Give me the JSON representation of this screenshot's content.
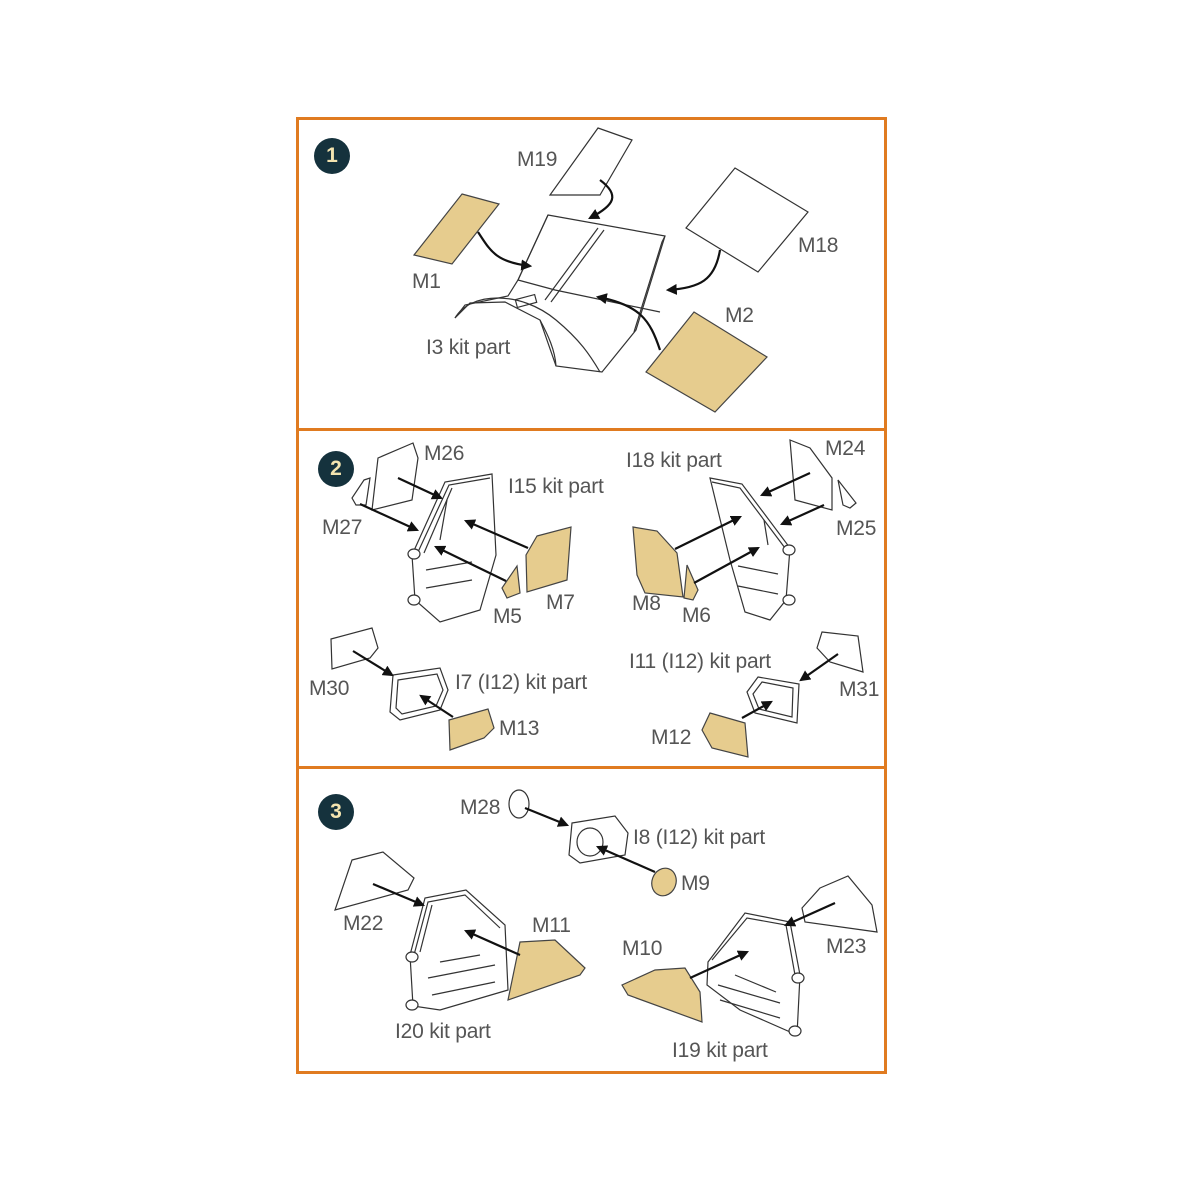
{
  "document": {
    "type": "assembly-instructions",
    "colors": {
      "frame": "#E07B20",
      "badge_bg": "#15323D",
      "badge_text": "#F3E4B0",
      "mask_tan": "#E6CC8E",
      "label_text": "#555555"
    }
  },
  "steps": [
    {
      "number": "1",
      "labels": {
        "m19": "M19",
        "m1": "M1",
        "m18": "M18",
        "m2": "M2",
        "i3": "I3 kit part"
      }
    },
    {
      "number": "2",
      "labels": {
        "m26": "M26",
        "m27": "M27",
        "i15": "I15 kit part",
        "m5": "M5",
        "m7": "M7",
        "i18": "I18 kit part",
        "m24": "M24",
        "m25": "M25",
        "m8": "M8",
        "m6": "M6",
        "m30": "M30",
        "i7": "I7 (I12) kit part",
        "m13": "M13",
        "i11": "I11 (I12) kit part",
        "m31": "M31",
        "m12": "M12"
      }
    },
    {
      "number": "3",
      "labels": {
        "m28": "M28",
        "i8": "I8 (I12) kit part",
        "m9": "M9",
        "m22": "M22",
        "m11": "M11",
        "i20": "I20 kit part",
        "m10": "M10",
        "m23": "M23",
        "i19": "I19 kit part"
      }
    }
  ]
}
